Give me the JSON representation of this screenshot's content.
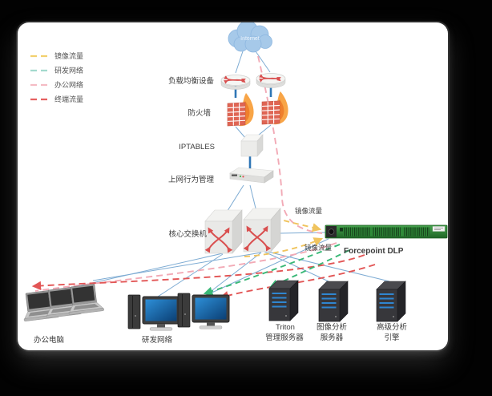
{
  "legend": {
    "items": [
      {
        "label": "镜像流量",
        "color": "#f2d06e"
      },
      {
        "label": "研发网络",
        "color": "#a3dacd"
      },
      {
        "label": "办公网络",
        "color": "#f5bcc4"
      },
      {
        "label": "终端流量",
        "color": "#e66060"
      }
    ]
  },
  "colors": {
    "link": "#7dabd3",
    "link_bold": "#2f76b5",
    "mirror": "#f0c45e",
    "rd": "#3ab877",
    "office": "#f2aab6",
    "terminal": "#e25555",
    "switch_arrow": "#d94f4f",
    "dlp_green": "#2f8a38"
  },
  "nodes": {
    "internet": {
      "label": "Internet"
    },
    "load_balancer": {
      "label": "负载均衡设备"
    },
    "firewall": {
      "label": "防火墙"
    },
    "iptables": {
      "label": "IPTABLES"
    },
    "behavior_mgmt": {
      "label": "上网行为管理"
    },
    "core_switch": {
      "label": "核心交换机"
    },
    "dlp": {
      "label": "Forcepoint DLP"
    },
    "office_pc": {
      "label": "办公电脑"
    },
    "rd_network": {
      "label": "研发网络"
    },
    "triton_server": {
      "label_line1": "Triton",
      "label_line2": "管理服务器"
    },
    "image_analysis_server": {
      "label_line1": "图像分析",
      "label_line2": "服务器"
    },
    "advanced_engine": {
      "label_line1": "高级分析",
      "label_line2": "引擎"
    }
  },
  "annotations": {
    "mirror_traffic_1": "镜像流量",
    "mirror_traffic_2": "镜像流量"
  }
}
